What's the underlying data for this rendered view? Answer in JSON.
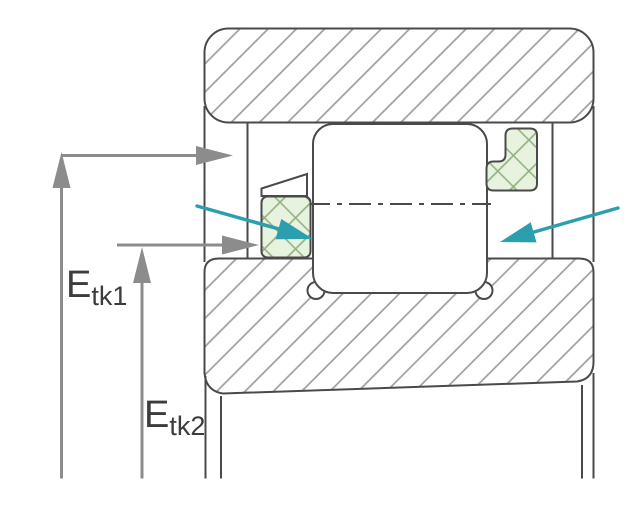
{
  "diagram": {
    "title": "bearing-cross-section",
    "labels": {
      "etk1": {
        "base": "E",
        "sub": "tk1"
      },
      "etk2": {
        "base": "E",
        "sub": "tk2"
      }
    },
    "icons": {
      "left_pointer": "accent-arrow-left",
      "right_pointer": "accent-arrow-right"
    },
    "colors": {
      "outline": "#4a4a4a",
      "hatch": "#9e9e9e",
      "dimension": "#8c8c8c",
      "seal_fill": "#e7f2df",
      "seal_hatch": "#8fb07e",
      "accent": "#2b9fae",
      "label": "#3c3c3c",
      "background": "#ffffff"
    }
  }
}
